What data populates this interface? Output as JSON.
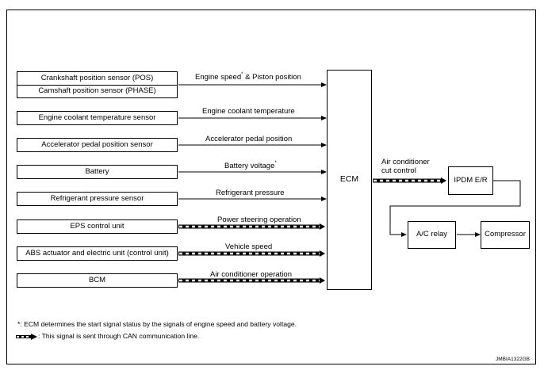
{
  "inputs": [
    {
      "id": "pos-phase",
      "label": "Crankshaft position sensor (POS)",
      "label2": "Camshaft position sensor (PHASE)",
      "signal": "Engine speed",
      "signal_mark": "*",
      "signal_suffix": " & Piston position",
      "can": false
    },
    {
      "id": "ect",
      "label": "Engine coolant temperature sensor",
      "signal": "Engine coolant temperature",
      "can": false
    },
    {
      "id": "app",
      "label": "Accelerator pedal position sensor",
      "signal": "Accelerator pedal position",
      "can": false
    },
    {
      "id": "battery",
      "label": "Battery",
      "signal": "Battery voltage",
      "signal_mark": "*",
      "can": false
    },
    {
      "id": "refrig",
      "label": "Refrigerant pressure sensor",
      "signal": "Refrigerant pressure",
      "can": false
    },
    {
      "id": "eps",
      "label": "EPS control unit",
      "signal": "Power steering operation",
      "can": true
    },
    {
      "id": "abs",
      "label": "ABS actuator and electric unit (control unit)",
      "signal": "Vehicle speed",
      "can": true
    },
    {
      "id": "bcm",
      "label": "BCM",
      "signal": "Air conditioner operation",
      "can": true
    }
  ],
  "ecm": {
    "label": "ECM"
  },
  "ecm_output": {
    "line1": "Air conditioner",
    "line2": "cut control",
    "can": true
  },
  "ipdm": {
    "label": "IPDM E/R"
  },
  "relay": {
    "label": "A/C relay"
  },
  "compressor": {
    "label": "Compressor"
  },
  "notes": {
    "asterisk": "*: ECM determines the start signal status by the signals of engine speed and battery voltage.",
    "can_line": ": This signal is sent through CAN communication line."
  },
  "image_code": "JMBIA1322GB"
}
